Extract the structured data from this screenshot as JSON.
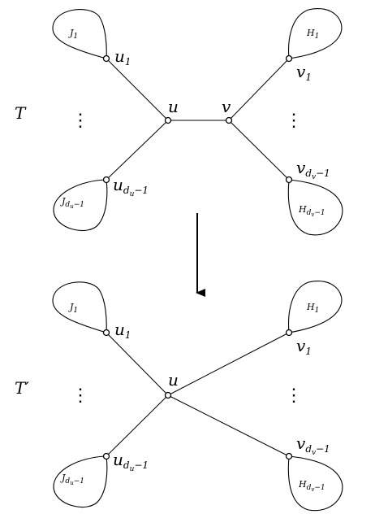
{
  "top": {
    "tree_label": "T",
    "u": "u",
    "v": "v",
    "u1": {
      "base": "u",
      "sub": "1"
    },
    "v1": {
      "base": "v",
      "sub": "1"
    },
    "udu": {
      "base": "u",
      "sub": "d",
      "subsub": "u",
      "tail": "−1"
    },
    "vdv": {
      "base": "v",
      "sub": "d",
      "subsub": "v",
      "tail": "−1"
    },
    "J1": {
      "base": "J",
      "sub": "1"
    },
    "H1": {
      "base": "H",
      "sub": "1"
    },
    "Jdu": {
      "base": "J",
      "sub": "d",
      "subsub": "u",
      "tail": "−1"
    },
    "Hdv": {
      "base": "H",
      "sub": "d",
      "subsub": "v",
      "tail": "−1"
    },
    "dots": "⋮"
  },
  "bottom": {
    "tree_label": "T′",
    "u": "u",
    "u1": {
      "base": "u",
      "sub": "1"
    },
    "v1": {
      "base": "v",
      "sub": "1"
    },
    "udu": {
      "base": "u",
      "sub": "d",
      "subsub": "u",
      "tail": "−1"
    },
    "vdv": {
      "base": "v",
      "sub": "d",
      "subsub": "v",
      "tail": "−1"
    },
    "J1": {
      "base": "J",
      "sub": "1"
    },
    "H1": {
      "base": "H",
      "sub": "1"
    },
    "Jdu": {
      "base": "J",
      "sub": "d",
      "subsub": "u",
      "tail": "−1"
    },
    "Hdv": {
      "base": "H",
      "sub": "d",
      "subsub": "v",
      "tail": "−1"
    },
    "dots": "⋮"
  },
  "arrow": {
    "direction": "down"
  }
}
